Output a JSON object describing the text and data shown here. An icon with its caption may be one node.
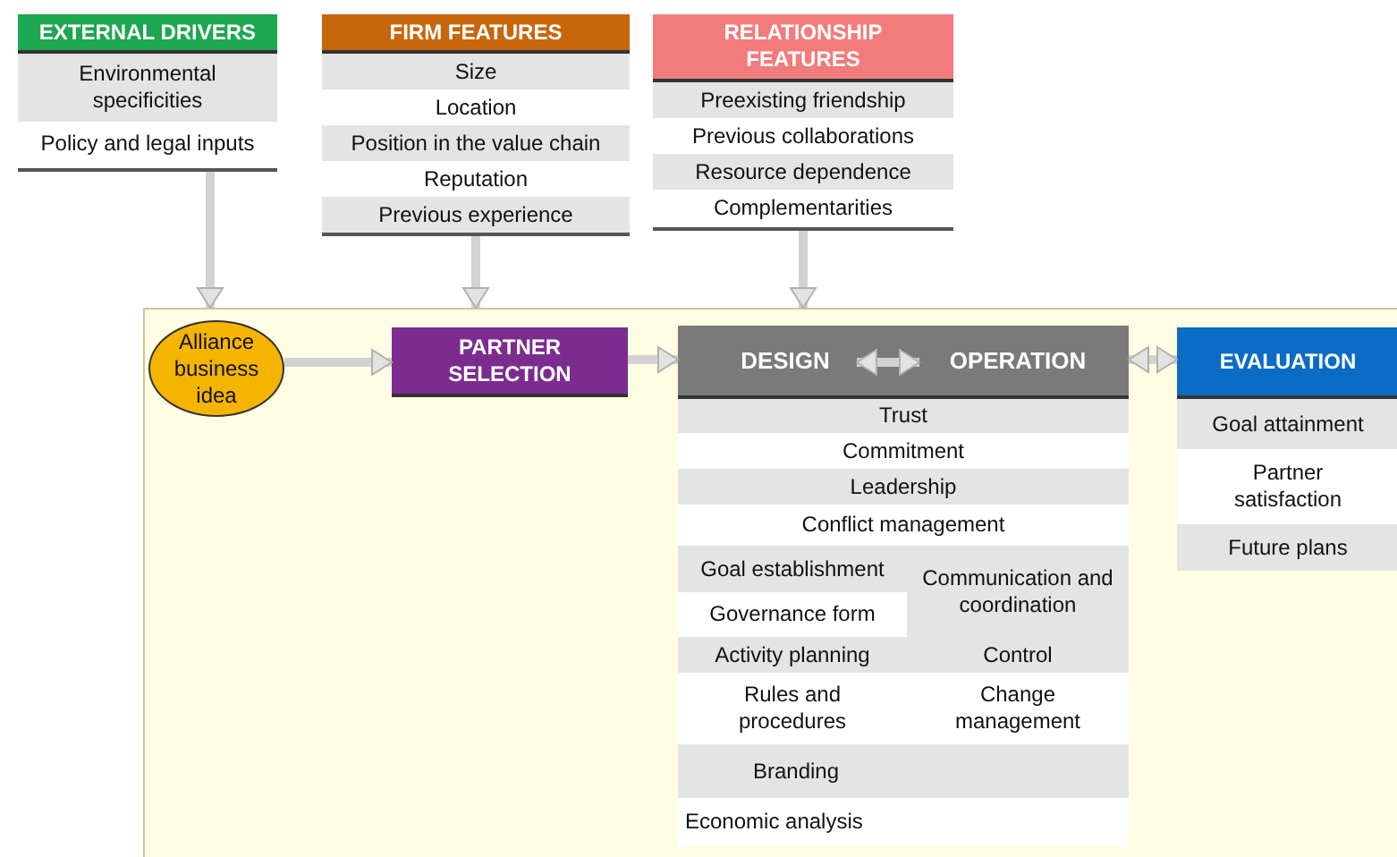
{
  "diagram": {
    "nodes": [
      {
        "text": [
          "EXTERNAL DRIVERS",
          "Environmental specificities",
          "Policy and legal inputs"
        ]
      },
      {
        "text": [
          "FIRM FEATURES",
          "Size",
          "Location",
          "Position in the value chain",
          "Reputation",
          "Previous experience"
        ]
      },
      {
        "text": [
          "RELATIONSHIP FEATURES",
          "Preexisting friendship",
          "Previous collaborations",
          "Resource dependence",
          "Complementarities"
        ]
      },
      {
        "text": [],
        "shape": "box"
      },
      {
        "text": [
          "Alliance business idea"
        ],
        "in": 3
      },
      {
        "text": [
          "PARTNER SELECTION"
        ],
        "in": 3
      },
      {
        "text": [
          "Trust",
          "Commitment",
          "Leadership",
          "Conflict management",
          "Goal establishment",
          "Communication and coordination",
          "Governance form",
          "Activity planning",
          "Control",
          "Rules and procedures",
          "Change management",
          "Branding",
          "Economic analysis"
        ],
        "in": 3
      },
      {
        "text": [
          "DESIGN"
        ],
        "in": 6
      },
      {
        "text": [
          "OPERATION"
        ],
        "in": 6
      },
      {
        "text": [
          "EVALUATION",
          "Goal attainment",
          "Partner satisfaction",
          "Future plans"
        ],
        "in": 3
      }
    ],
    "edges": [
      {
        "from": 0,
        "to": 3,
        "arrow": "to"
      },
      {
        "from": 1,
        "to": 3,
        "arrow": "to"
      },
      {
        "from": 2,
        "to": 3,
        "arrow": "to"
      },
      {
        "from": 4,
        "to": 5,
        "arrow": "to"
      },
      {
        "from": 5,
        "to": 6,
        "arrow": "to"
      },
      {
        "from": 7,
        "to": 8,
        "arrow": "both"
      },
      {
        "from": 6,
        "to": 9,
        "arrow": "both"
      }
    ]
  }
}
